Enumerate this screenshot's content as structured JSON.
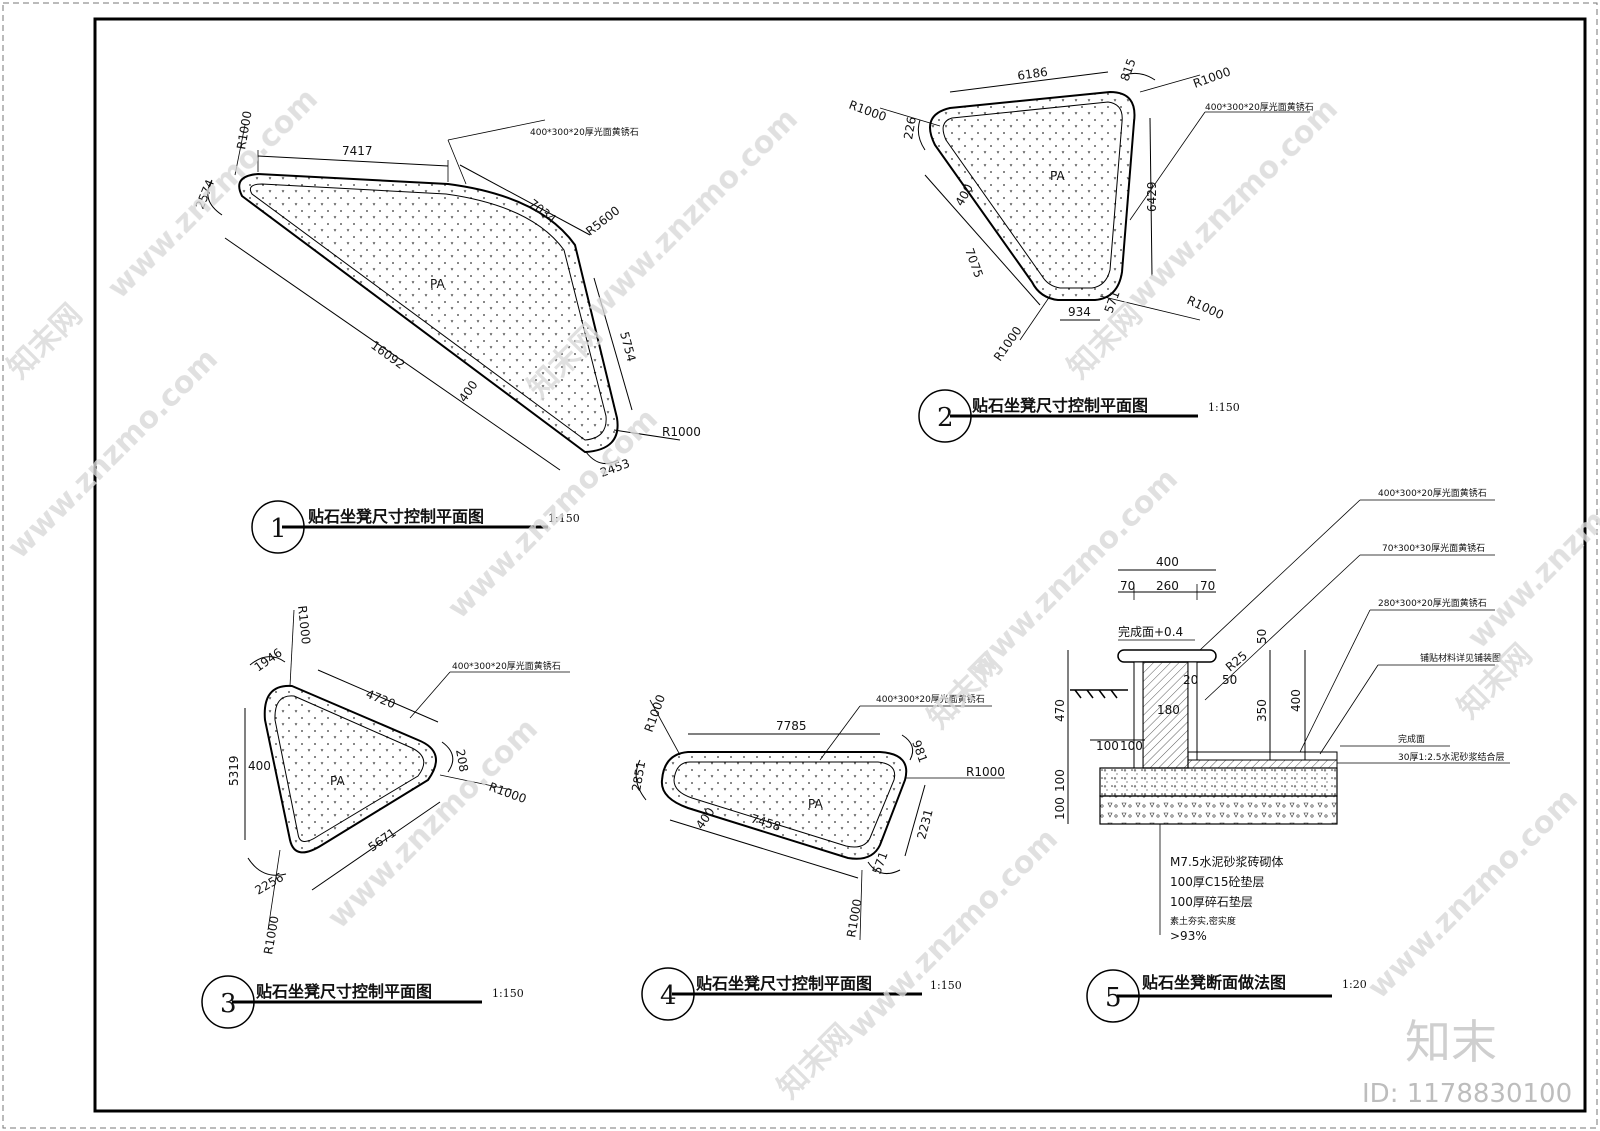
{
  "colors": {
    "line": "#111111",
    "watermark": "#d6d6d6",
    "background": "#ffffff"
  },
  "drawings": [
    {
      "number": "1",
      "title": "贴石坐凳尺寸控制平面图",
      "scale": "1:150",
      "area_label": "PA",
      "material_note": "400*300*20厚光面黄锈石",
      "dims": [
        "7417",
        "7034",
        "R5600",
        "5754",
        "R1000",
        "2453",
        "400",
        "16092",
        "2574",
        "R1000"
      ]
    },
    {
      "number": "2",
      "title": "贴石坐凳尺寸控制平面图",
      "scale": "1:150",
      "area_label": "PA",
      "material_note": "400*300*20厚光面黄锈石",
      "dims": [
        "6186",
        "815",
        "R1000",
        "R1000",
        "226",
        "6429",
        "400",
        "7075",
        "934",
        "571",
        "R1000",
        "R1000"
      ]
    },
    {
      "number": "3",
      "title": "贴石坐凳尺寸控制平面图",
      "scale": "1:150",
      "area_label": "PA",
      "material_note": "400*300*20厚光面黄锈石",
      "dims": [
        "R1000",
        "1946",
        "4720",
        "5319",
        "400",
        "208",
        "R1000",
        "5671",
        "2256",
        "R1000"
      ]
    },
    {
      "number": "4",
      "title": "贴石坐凳尺寸控制平面图",
      "scale": "1:150",
      "area_label": "PA",
      "material_note": "400*300*20厚光面黄锈石",
      "dims": [
        "R1000",
        "7785",
        "981",
        "R1000",
        "2851",
        "400",
        "7458",
        "2231",
        "571",
        "R1000"
      ]
    },
    {
      "number": "5",
      "title": "贴石坐凳断面做法图",
      "scale": "1:20",
      "labels": {
        "finish_top": "完成面+0.4",
        "finish_face": "完成面",
        "see_paving": "铺贴材料详见铺装图",
        "mortar_bed": "30厚1:2.5水泥砂浆结合层",
        "masonry": "M7.5水泥砂浆砖砌体",
        "c15": "100厚C15砼垫层",
        "gravel": "100厚碎石垫层",
        "soil_1": "素土夯实,密实度",
        "soil_2": ">93%"
      },
      "callouts": [
        "400*300*20厚光面黄锈石",
        "70*300*30厚光面黄锈石",
        "280*300*20厚光面黄锈石"
      ],
      "dims": [
        "400",
        "70",
        "260",
        "70",
        "R25",
        "50",
        "20",
        "50",
        "180",
        "350",
        "400",
        "470",
        "100",
        "100",
        "100",
        "100"
      ]
    }
  ],
  "watermark": {
    "site": "www.znzmo.com",
    "brand": "知末网",
    "logo": "知末",
    "id_text": "ID: 1178830100"
  }
}
